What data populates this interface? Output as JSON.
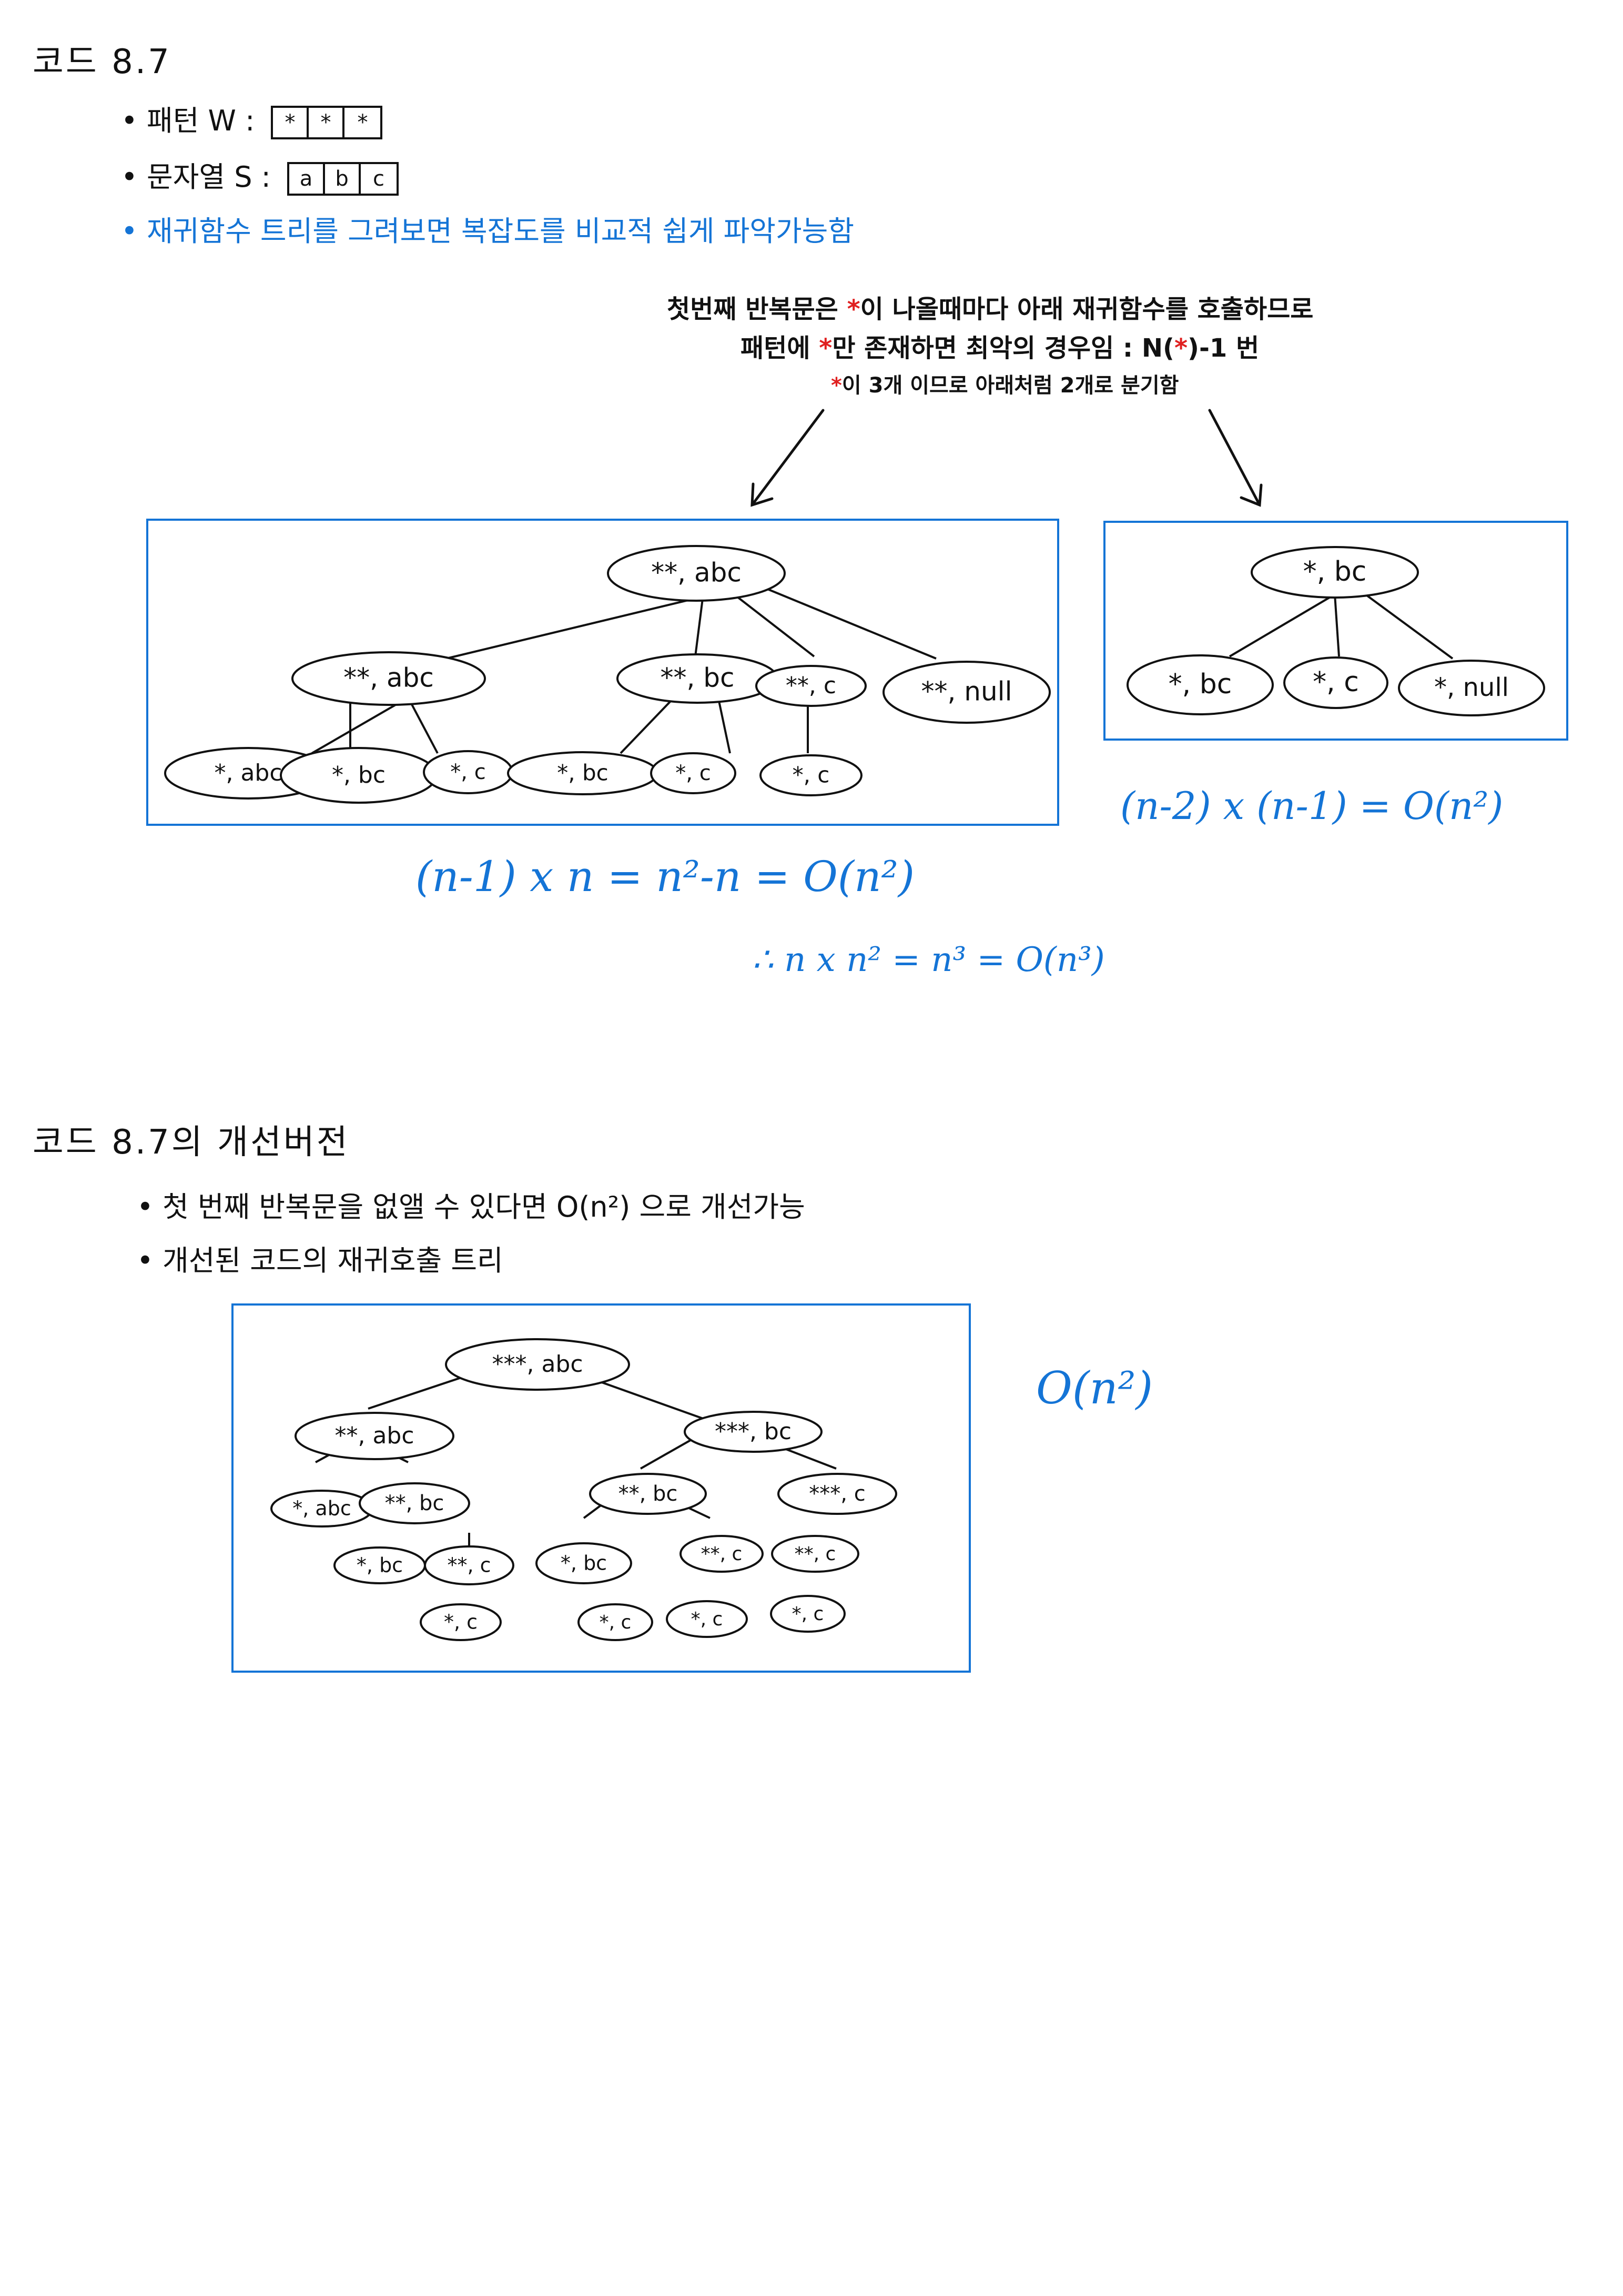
{
  "section1": {
    "title": "코드 8.7",
    "pattern_label": "패턴 W :",
    "pattern_cells": [
      "*",
      "*",
      "*"
    ],
    "string_label": "문자열 S :",
    "string_cells": [
      "a",
      "b",
      "c"
    ],
    "note": "재귀함수 트리를 그려보면 복잡도를 비교적 쉽게 파악가능함"
  },
  "annotation": {
    "line1_before": "첫번째 반복문은",
    "line1_star": "*",
    "line1_after": "이 나올때마다 아래 재귀함수를 호출하므로",
    "line2_before": "패턴에",
    "line2_star": "*",
    "line2_after": "만 존재하면 최악의 경우임 : N(",
    "line2_star2": "*",
    "line2_end": ")-1 번",
    "line3_star": "*",
    "line3_after": "이 3개 이므로 아래처럼 2개로 분기함"
  },
  "tree1": {
    "root": "**, abc",
    "children": [
      {
        "label": "**, abc",
        "children": [
          "*, abc",
          "*, bc",
          "*, c"
        ]
      },
      {
        "label": "**, bc",
        "children": [
          "*, bc",
          "*, c"
        ]
      },
      {
        "label": "**, c",
        "children": [
          "*, c"
        ]
      },
      {
        "label": "**, null",
        "children": []
      }
    ]
  },
  "tree2": {
    "root": "*, bc",
    "children": [
      "*, bc",
      "*, c",
      "*, null"
    ]
  },
  "formula_left": "(n-1) x n = n²-n = O(n²)",
  "formula_right": "(n-2) x (n-1) = O(n²)",
  "formula_total": "∴ n x n² = n³ = O(n³)",
  "section2": {
    "title": "코드 8.7의 개선버전",
    "bullet1": "첫 번째 반복문을 없앨 수 있다면 O(n²) 으로 개선가능",
    "bullet2": "개선된 코드의 재귀호출 트리"
  },
  "tree3": {
    "root": "***, abc",
    "l": "**, abc",
    "ll": "*, abc",
    "lr": "**, bc",
    "lrl": "*, bc",
    "lrr": "**, c",
    "lrrc": "*, c",
    "r": "***, bc",
    "rl": "**, bc",
    "rll": "*, bc",
    "rllc": "*, c",
    "rlr": "**, c",
    "rlrc": "*, c",
    "rr": "***, c",
    "rrc": "**, c",
    "rrcc": "*, c"
  },
  "formula_improved": "O(n²)"
}
